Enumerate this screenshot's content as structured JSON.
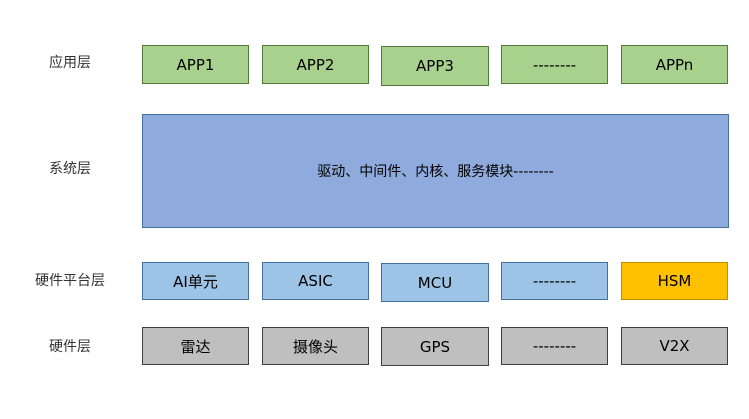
{
  "layers": {
    "app": {
      "label": "应用层",
      "items": [
        "APP1",
        "APP2",
        "APP3",
        "--------",
        "APPn"
      ],
      "color": "#a9d18e"
    },
    "system": {
      "label": "系统层",
      "text": "驱动、中间件、内核、服务模块--------",
      "color": "#8faadc"
    },
    "hw_platform": {
      "label": "硬件平台层",
      "items": [
        "AI单元",
        "ASIC",
        "MCU",
        "--------",
        "HSM"
      ],
      "color": "#9dc3e6",
      "highlight_color": "#ffc000"
    },
    "hardware": {
      "label": "硬件层",
      "items": [
        "雷达",
        "摄像头",
        "GPS",
        "--------",
        "V2X"
      ],
      "color": "#bfbfbf"
    }
  }
}
